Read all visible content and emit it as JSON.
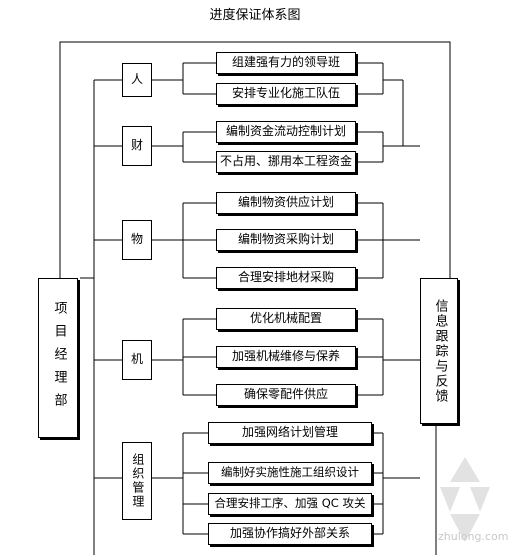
{
  "title": "进度保证体系图",
  "left_box": "项目经理部",
  "right_box": "信息跟踪与反馈",
  "categories": [
    {
      "label": "人",
      "items": [
        "组建强有力的领导班",
        "安排专业化施工队伍"
      ]
    },
    {
      "label": "财",
      "items": [
        "编制资金流动控制计划",
        "不占用、挪用本工程资金"
      ]
    },
    {
      "label": "物",
      "items": [
        "编制物资供应计划",
        "编制物资采购计划",
        "合理安排地材采购"
      ]
    },
    {
      "label": "机",
      "items": [
        "优化机械配置",
        "加强机械维修与保养",
        "确保零配件供应"
      ]
    },
    {
      "label": "组织管理",
      "items": [
        "加强网络计划管理",
        "编制好实施性施工组织设计",
        "合理安排工序、加强 QC 攻关",
        "加强协作搞好外部关系"
      ]
    }
  ],
  "watermark": "zhulong.com"
}
